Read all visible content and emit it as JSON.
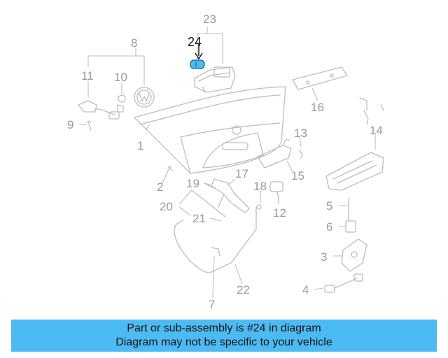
{
  "callouts": {
    "c1": "1",
    "c2": "2",
    "c3": "3",
    "c4": "4",
    "c5": "5",
    "c6": "6",
    "c7": "7",
    "c8": "8",
    "c9": "9",
    "c10": "10",
    "c11": "11",
    "c12": "12",
    "c13": "13",
    "c14": "14",
    "c15": "15",
    "c16": "16",
    "c17": "17",
    "c18": "18",
    "c19": "19",
    "c20": "20",
    "c21": "21",
    "c22": "22",
    "c23": "23",
    "c24": "24"
  },
  "highlight": {
    "part": "24",
    "color": "#4dbbf3"
  },
  "banner": {
    "line1": "Part or sub-assembly is #24 in diagram",
    "line2": "Diagram may not be specific to your vehicle"
  },
  "colors": {
    "line": "#b9b9b9",
    "label": "#9a9a9a",
    "banner": "#4dbbf3"
  }
}
